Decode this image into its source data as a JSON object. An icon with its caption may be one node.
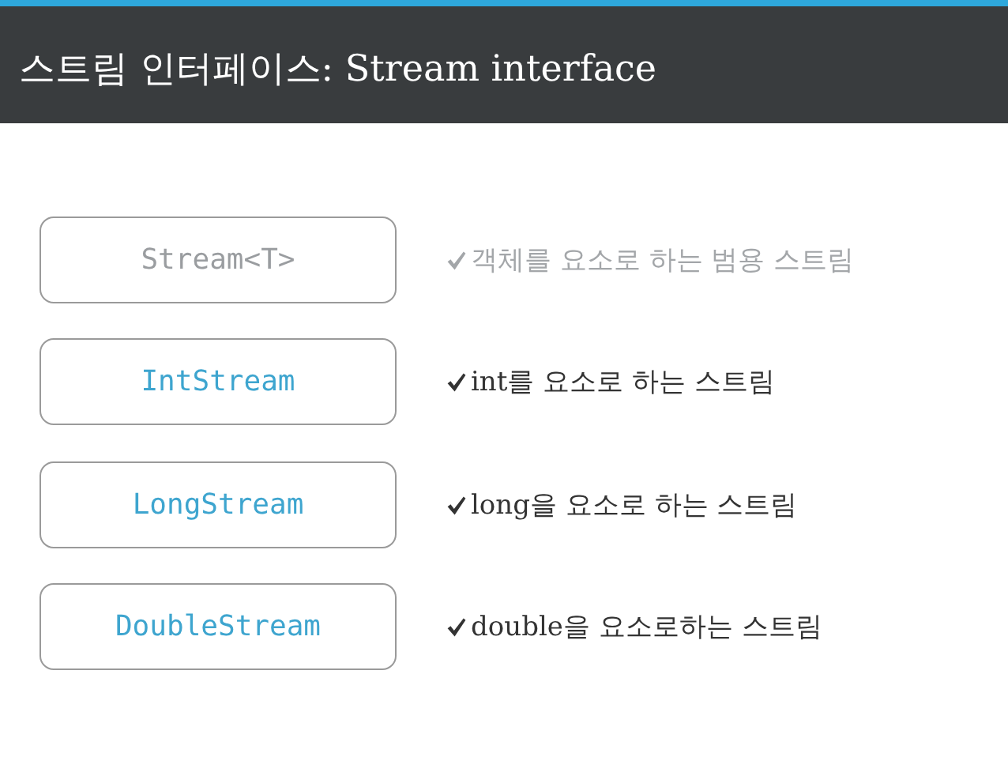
{
  "diagram": {
    "title": "스트림 인터페이스: Stream interface",
    "nodes": [
      {
        "text": [
          "Stream<T>"
        ],
        "beside": [
          "객체를 요소로 하는 범용 스트림"
        ]
      },
      {
        "text": [
          "IntStream"
        ],
        "beside": [
          "int를 요소로 하는 스트림"
        ]
      },
      {
        "text": [
          "LongStream"
        ],
        "beside": [
          "long을 요소로 하는 스트림"
        ]
      },
      {
        "text": [
          "DoubleStream"
        ],
        "beside": [
          "double을 요소로하는 스트림"
        ]
      }
    ]
  }
}
